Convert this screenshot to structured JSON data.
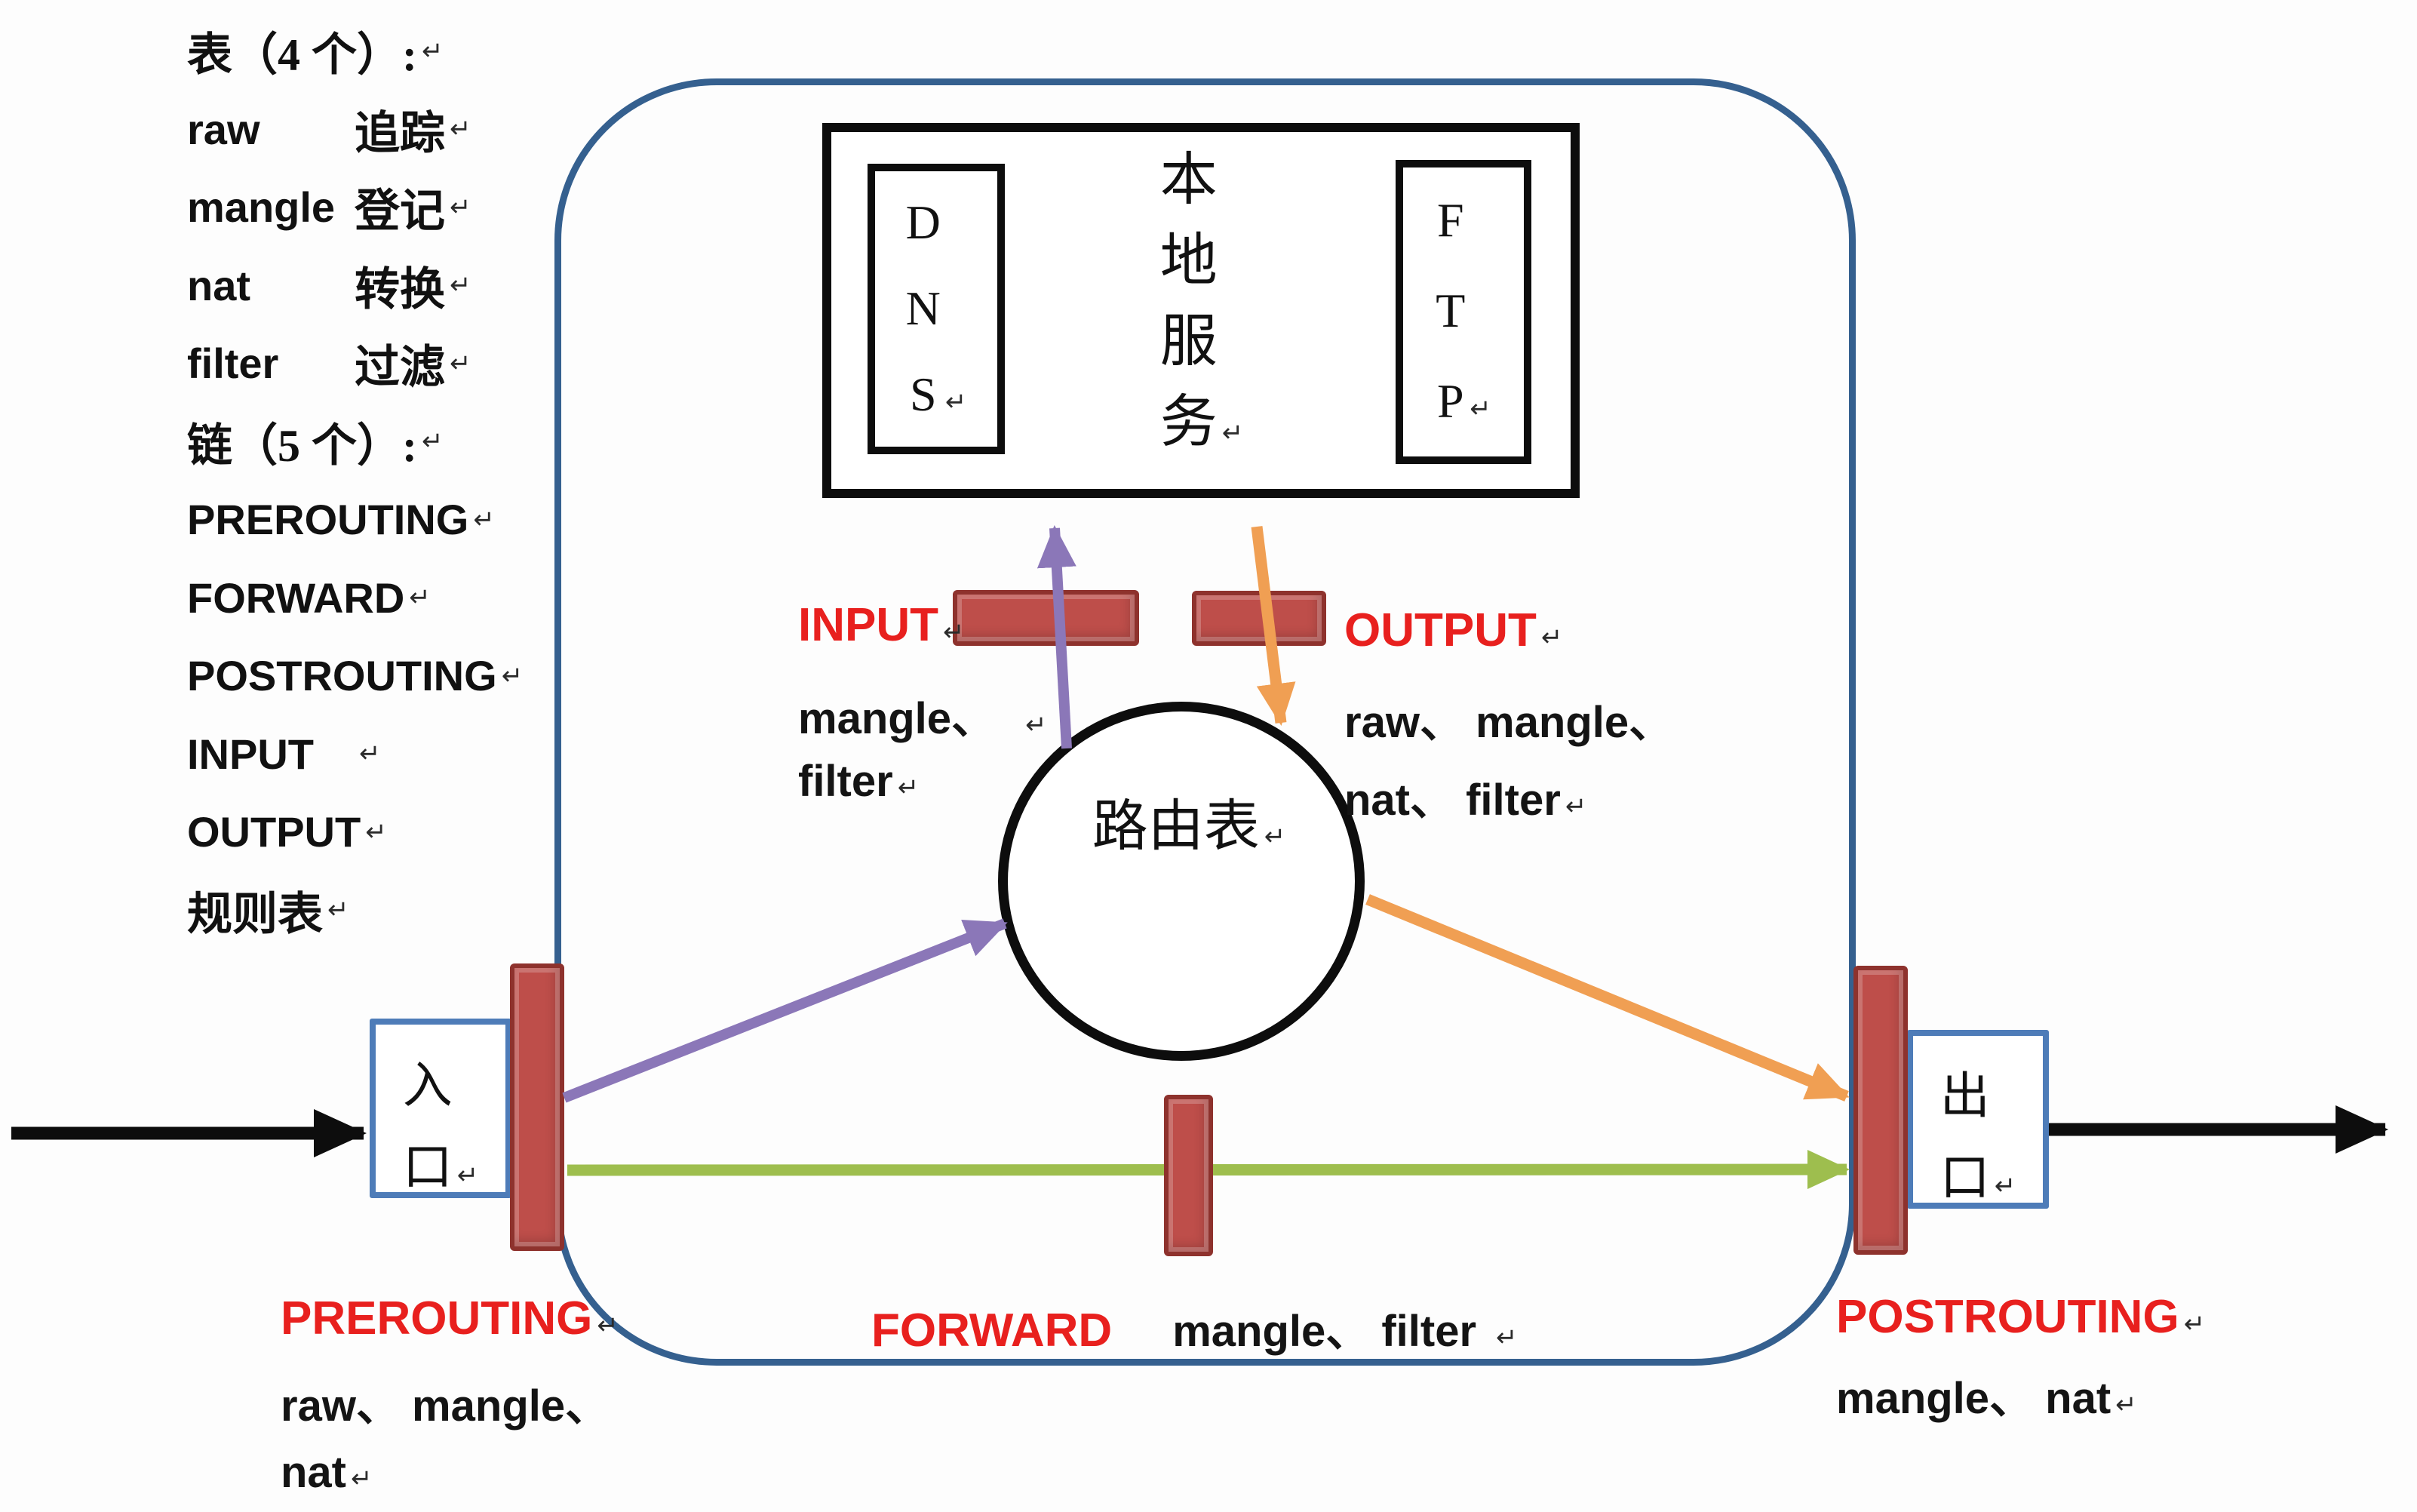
{
  "colors": {
    "frame_blue": "#35608F",
    "box_blue": "#4E7CB8",
    "bar_fill": "#BE4E4A",
    "bar_border": "#8E322D",
    "red_text": "#E8201E",
    "purple": "#8B77B8",
    "orange": "#F09F53",
    "green": "#9EBE4E"
  },
  "marks": {
    "return": "↵"
  },
  "legend": {
    "rows": [
      {
        "en": "",
        "zh": "表（4 个）:"
      },
      {
        "en": "raw",
        "zh": "追踪"
      },
      {
        "en": "mangle",
        "zh": "登记"
      },
      {
        "en": "nat",
        "zh": "转换"
      },
      {
        "en": "filter",
        "zh": "过滤"
      },
      {
        "en": "",
        "zh": "链（5 个）:"
      },
      {
        "en": "PREROUTING",
        "zh": ""
      },
      {
        "en": "FORWARD",
        "zh": ""
      },
      {
        "en": "POSTROUTING",
        "zh": ""
      },
      {
        "en": "INPUT",
        "zh": ""
      },
      {
        "en": "OUTPUT",
        "zh": ""
      },
      {
        "en": "",
        "zh": "规则表"
      }
    ]
  },
  "nodes": {
    "local_services": "本\n地\n服\n务",
    "dns": "D\nN\nS",
    "ftp": "F\nT\nP",
    "routing_table": "路由表",
    "entry": "入\n口",
    "exit": "出\n口"
  },
  "chains": {
    "input": {
      "name": "INPUT",
      "line1": "mangle、",
      "line2": "filter"
    },
    "output": {
      "name": "OUTPUT",
      "line1": "raw、 mangle、",
      "line2": "nat、 filter"
    },
    "prerouting": {
      "name": "PREROUTING",
      "line1": "raw、 mangle、",
      "line2": "nat"
    },
    "forward": {
      "name": "FORWARD",
      "tables": "mangle、 filter"
    },
    "postrouting": {
      "name": "POSTROUTING",
      "tables": "mangle、 nat"
    }
  }
}
